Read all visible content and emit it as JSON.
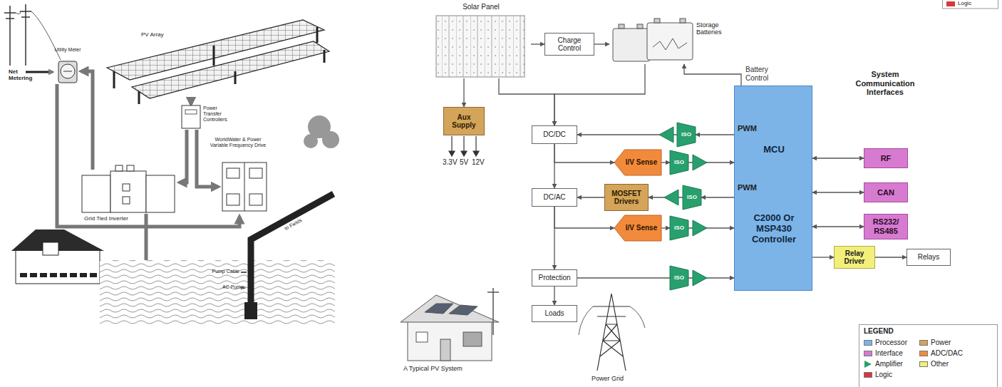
{
  "diagram": {
    "nodes": [
      {
        "text": [
          "Solar Panel"
        ]
      },
      {
        "text": [
          "Charge Control"
        ]
      },
      {
        "text": [
          "Storage Batteries"
        ]
      },
      {
        "text": [
          "Aux Supply"
        ]
      },
      {
        "text": [
          "DC/DC"
        ]
      },
      {
        "text": [
          "ISO"
        ]
      },
      {
        "text": [
          "I/V Sense"
        ]
      },
      {
        "text": [
          "ISO"
        ]
      },
      {
        "text": [
          "DC/AC"
        ]
      },
      {
        "text": [
          "MOSFET Drivers"
        ]
      },
      {
        "text": [
          "ISO"
        ]
      },
      {
        "text": [
          "I/V Sense"
        ]
      },
      {
        "text": [
          "ISO"
        ]
      },
      {
        "text": [
          "Protection"
        ]
      },
      {
        "text": [
          "ISO"
        ]
      },
      {
        "text": [
          "Loads"
        ]
      },
      {
        "text": [
          "MCU",
          "C2000 Or MSP430 Controller"
        ]
      },
      {
        "text": [
          "RF"
        ]
      },
      {
        "text": [
          "CAN"
        ]
      },
      {
        "text": [
          "RS232/ RS485"
        ]
      },
      {
        "text": [
          "Relay Driver"
        ]
      },
      {
        "text": [
          "Relays"
        ]
      }
    ],
    "edges": [
      {
        "from": 0,
        "to": 1,
        "arrow": "to"
      },
      {
        "from": 1,
        "to": 2,
        "arrow": "to"
      },
      {
        "from": 0,
        "to": 3,
        "arrow": "to"
      },
      {
        "from": 0,
        "to": 4,
        "arrow": "to"
      },
      {
        "from": 2,
        "to": 4,
        "arrow": "to"
      },
      {
        "from": 16,
        "to": 2,
        "label": "Battery Control",
        "arrow": "to"
      },
      {
        "from": 16,
        "to": 5,
        "arrow": "to"
      },
      {
        "from": 5,
        "to": 4,
        "arrow": "to"
      },
      {
        "from": 4,
        "to": 8,
        "arrow": "to"
      },
      {
        "from": 4,
        "to": 6,
        "arrow": "to"
      },
      {
        "from": 6,
        "to": 7,
        "arrow": "to"
      },
      {
        "from": 7,
        "to": 16,
        "arrow": "to"
      },
      {
        "from": 16,
        "to": 10,
        "arrow": "to"
      },
      {
        "from": 10,
        "to": 9,
        "arrow": "to"
      },
      {
        "from": 9,
        "to": 8,
        "arrow": "to"
      },
      {
        "from": 8,
        "to": 13,
        "arrow": "to"
      },
      {
        "from": 8,
        "to": 11,
        "arrow": "to"
      },
      {
        "from": 11,
        "to": 12,
        "arrow": "to"
      },
      {
        "from": 12,
        "to": 16,
        "arrow": "to"
      },
      {
        "from": 13,
        "to": 14,
        "arrow": "none"
      },
      {
        "from": 14,
        "to": 16,
        "arrow": "to"
      },
      {
        "from": 13,
        "to": 15,
        "arrow": "to"
      },
      {
        "from": 16,
        "to": 17,
        "arrow": "both"
      },
      {
        "from": 16,
        "to": 18,
        "arrow": "both"
      },
      {
        "from": 16,
        "to": 19,
        "arrow": "both"
      },
      {
        "from": 16,
        "to": 20,
        "arrow": "to"
      },
      {
        "from": 20,
        "to": 21,
        "arrow": "to"
      }
    ],
    "labels": [
      "PV Array",
      "Utility Meter",
      "Net Metering",
      "Power Transfer Controllers",
      "WorldWater & Power Variable Frequency Drive",
      "Grid Tied Inverter",
      "Pump Cable",
      "AC Pump",
      "to Fields",
      "3.3V",
      "5V",
      "12V",
      "PWM",
      "PWM",
      "System Communication Interfaces",
      "A Typical PV System",
      "Power Grid",
      "LEGEND",
      "Logic"
    ],
    "legend": [
      {
        "text": "Processor",
        "color": "#7cb4e8"
      },
      {
        "text": "Interface",
        "color": "#d77bd1"
      },
      {
        "text": "Amplifier"
      },
      {
        "text": "Logic",
        "color": "#d9363e"
      },
      {
        "text": "Power",
        "color": "#d4a45a"
      },
      {
        "text": "ADC/DAC",
        "color": "#f28a3c"
      },
      {
        "text": "Other",
        "color": "#f2f07a"
      }
    ]
  }
}
